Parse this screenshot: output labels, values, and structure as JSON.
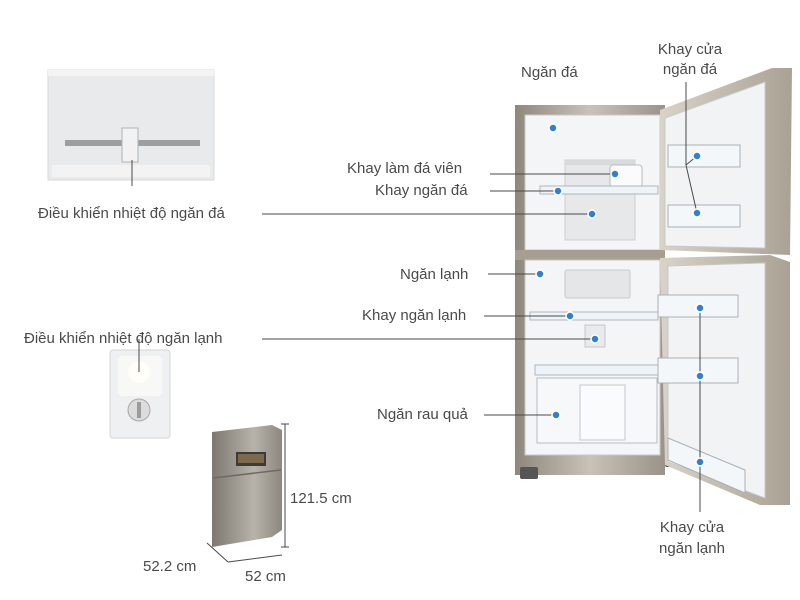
{
  "labels": {
    "ngan_da": "Ngăn đá",
    "khay_cua_ngan_da_1": "Khay cửa",
    "khay_cua_ngan_da_2": "ngăn đá",
    "khay_lam_da_vien": "Khay làm đá viên",
    "khay_ngan_da": "Khay ngăn đá",
    "dieu_khien_ngan_da": "Điều khiển nhiệt độ ngăn đá",
    "ngan_lanh": "Ngăn lạnh",
    "khay_ngan_lanh": "Khay ngăn lạnh",
    "dieu_khien_ngan_lanh": "Điều  khiển nhiệt độ ngăn lạnh",
    "ngan_rau_qua": "Ngăn rau quả",
    "khay_cua_ngan_lanh_1": "Khay cửa",
    "khay_cua_ngan_lanh_2": "ngăn lạnh"
  },
  "dimensions": {
    "height": "121.5 cm",
    "depth": "52.2 cm",
    "width": "52 cm"
  },
  "colors": {
    "pointer": "#2f7fd6",
    "line": "#4a4a4a",
    "steel": "#b9b2a6"
  }
}
